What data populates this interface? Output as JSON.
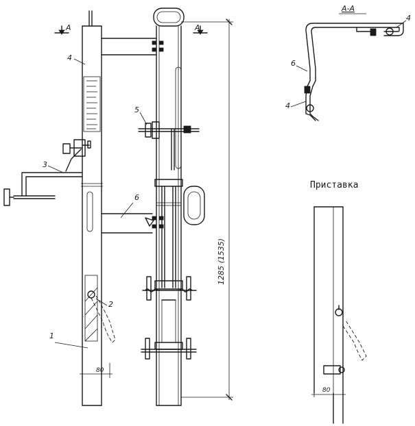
{
  "labels": {
    "part_1": "1",
    "part_2": "2",
    "part_3": "3",
    "part_4": "4",
    "part_5": "5",
    "part_6": "6"
  },
  "section": {
    "title": "A-A",
    "mark": "A",
    "part_6": "6",
    "part_4_left": "4",
    "part_4_right": "4"
  },
  "dimensions": {
    "height": "1285 (1535)",
    "width_main": "80",
    "width_attachment": "80"
  },
  "attachment": {
    "title": "Приставка"
  }
}
